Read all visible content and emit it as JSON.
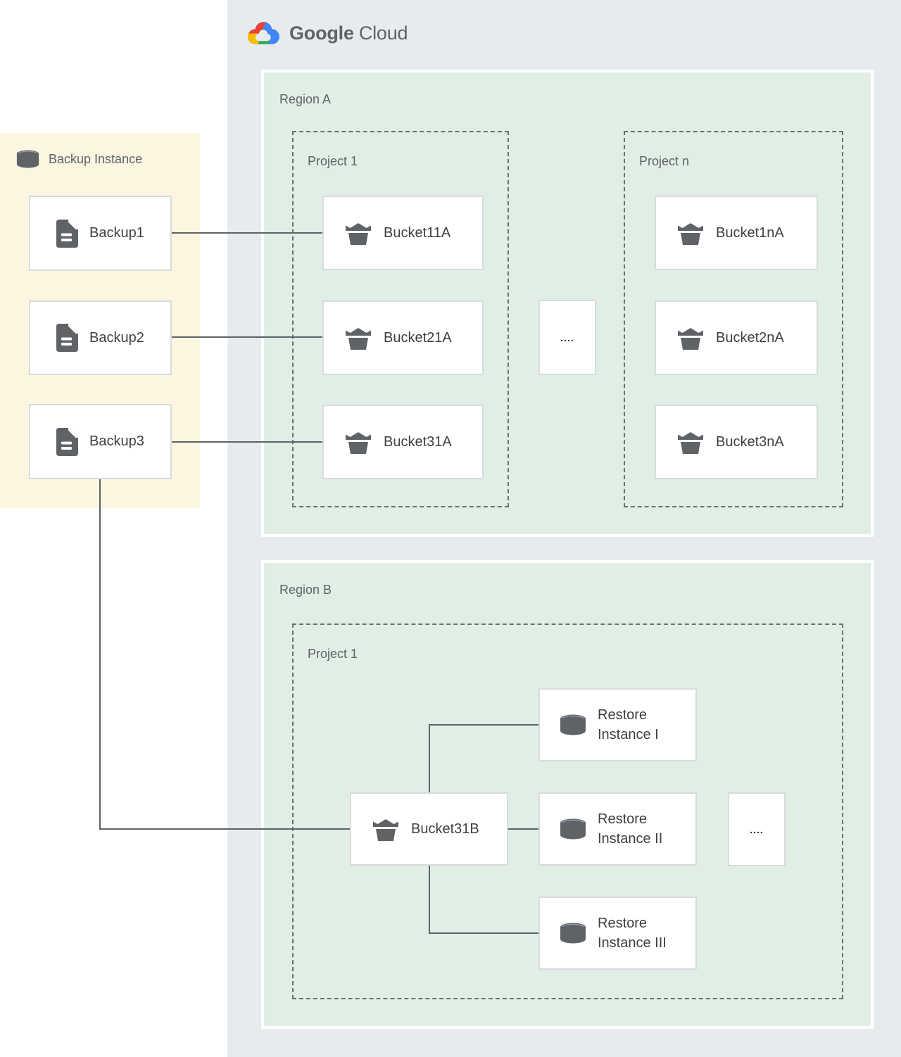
{
  "logo": {
    "google": "Google",
    "cloud": "Cloud"
  },
  "backup_panel": {
    "title": "Backup Instance",
    "backups": [
      "Backup1",
      "Backup2",
      "Backup3"
    ]
  },
  "region_a": {
    "name": "Region A",
    "ellipsis": "....",
    "project_1": {
      "name": "Project 1",
      "buckets": [
        "Bucket11A",
        "Bucket21A",
        "Bucket31A"
      ]
    },
    "project_n": {
      "name": "Project n",
      "buckets": [
        "Bucket1nA",
        "Bucket2nA",
        "Bucket3nA"
      ]
    }
  },
  "region_b": {
    "name": "Region B",
    "project_1": {
      "name": "Project 1",
      "bucket": "Bucket31B",
      "ellipsis": "....",
      "restore_instances": [
        "Restore Instance I",
        "Restore Instance II",
        "Restore Instance III"
      ]
    }
  },
  "colors": {
    "google_blue": "#4285f4",
    "google_red": "#ea4335",
    "google_yellow": "#fbbc04",
    "google_green": "#34a853",
    "cloud_panel_gray": "#e8ebee",
    "region_green": "#e0eee6",
    "backup_panel_yellow": "#fcf5e0",
    "icon_gray": "#5f6368",
    "connector_gray": "#5f6368",
    "node_border": "#d8dbde",
    "node_text": "#3c4043",
    "label_text": "#5f6368"
  }
}
